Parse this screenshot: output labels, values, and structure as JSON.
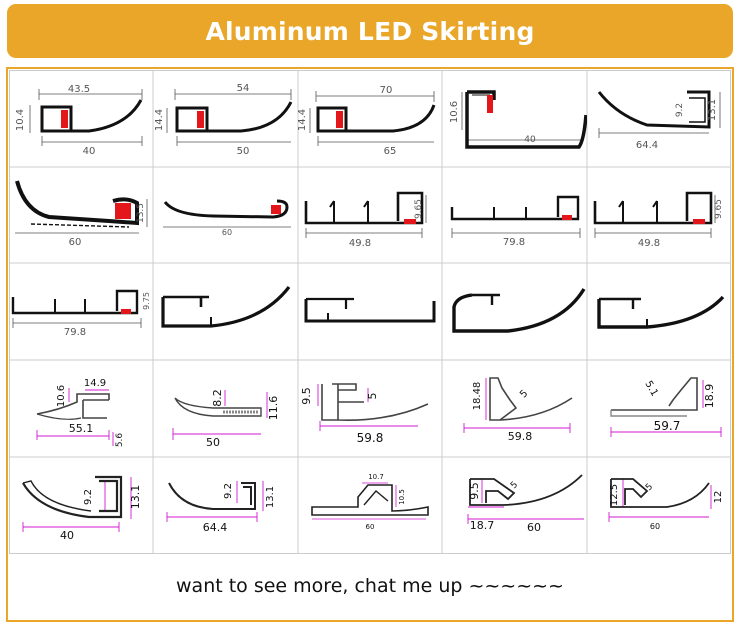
{
  "header": {
    "title": "Aluminum LED Skirting"
  },
  "footer": {
    "text": "want to see more, chat me up ~~~~~~"
  },
  "colors": {
    "banner": "#e9a629",
    "grid_line": "#cccccc",
    "profile": "#111111",
    "led": "#e3161b",
    "dim_line": "#555555",
    "dim_magenta": "#d01ad0"
  },
  "profiles": [
    {
      "dims": [
        "43.5",
        "10.4",
        "40"
      ]
    },
    {
      "dims": [
        "54",
        "14.4",
        "50"
      ]
    },
    {
      "dims": [
        "70",
        "14.4",
        "65"
      ]
    },
    {
      "dims": [
        "10.6",
        "40"
      ]
    },
    {
      "dims": [
        "9.2",
        "13.1",
        "64.4"
      ]
    },
    {
      "dims": [
        "13.5",
        "60"
      ]
    },
    {
      "dims": [
        "60"
      ]
    },
    {
      "dims": [
        "9.65",
        "49.8"
      ]
    },
    {
      "dims": [
        "79.8"
      ]
    },
    {
      "dims": [
        "9.65",
        "49.8"
      ]
    },
    {
      "dims": [
        "9.75",
        "79.8"
      ]
    },
    {
      "dims": []
    },
    {
      "dims": []
    },
    {
      "dims": []
    },
    {
      "dims": []
    },
    {
      "dims": [
        "10.6",
        "14.9",
        "55.1",
        "5.6"
      ]
    },
    {
      "dims": [
        "8.2",
        "11.6",
        "50"
      ]
    },
    {
      "dims": [
        "9.5",
        "5",
        "59.8"
      ]
    },
    {
      "dims": [
        "18.48",
        "5",
        "59.8"
      ]
    },
    {
      "dims": [
        "5.1",
        "18.9",
        "59.7"
      ]
    },
    {
      "dims": [
        "9.2",
        "13.1",
        "40"
      ]
    },
    {
      "dims": [
        "9.2",
        "13.1",
        "64.4"
      ]
    },
    {
      "dims": [
        "10.7",
        "10.5",
        "60"
      ]
    },
    {
      "dims": [
        "9.5",
        "5",
        "18.7",
        "60"
      ]
    },
    {
      "dims": [
        "12.5",
        "5",
        "12",
        "60"
      ]
    }
  ]
}
